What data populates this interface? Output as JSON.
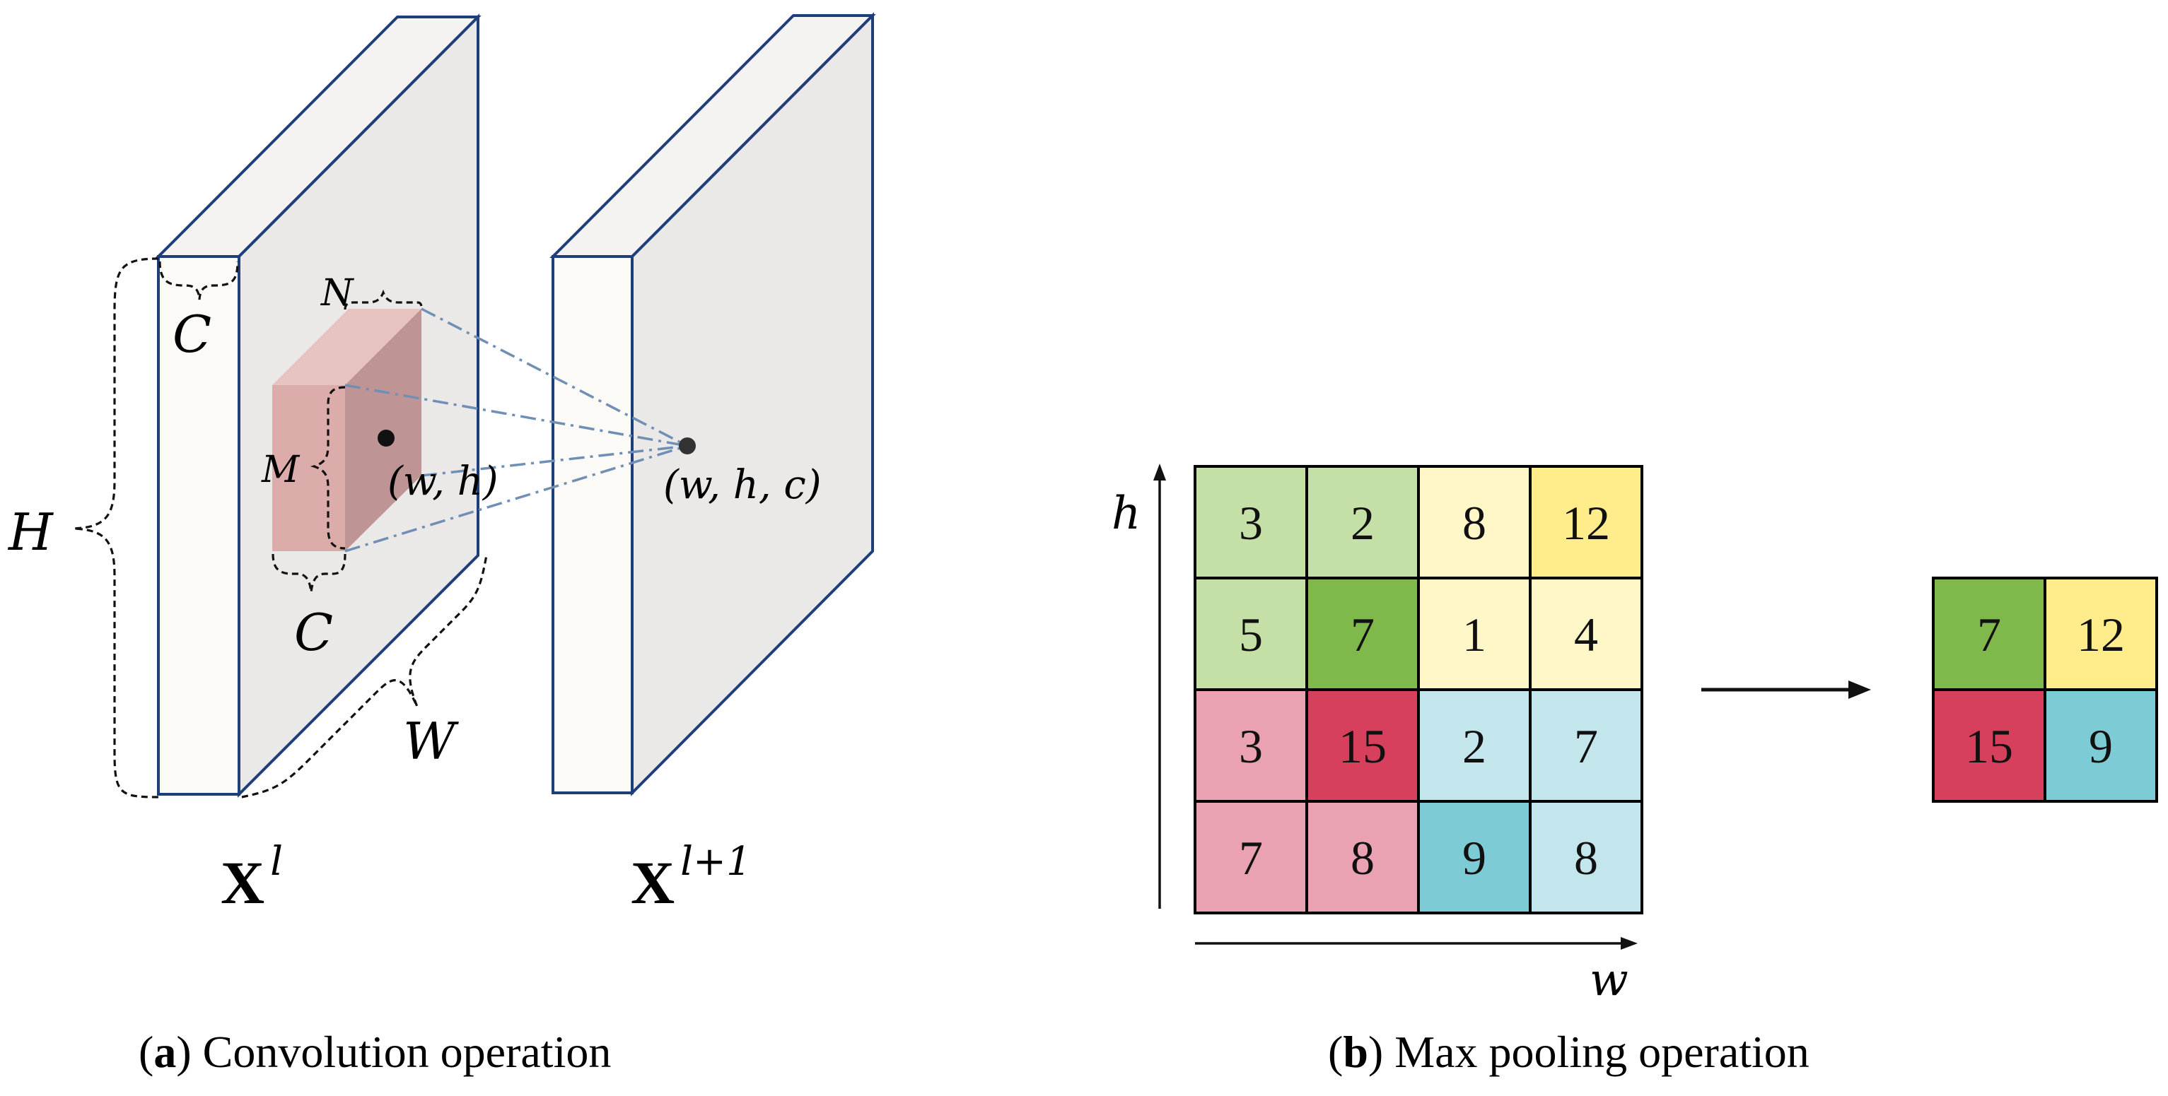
{
  "panel_a": {
    "caption_letter": "a",
    "caption_text": " Convolution operation",
    "label_H": "H",
    "label_W": "W",
    "label_C_top": "C",
    "label_C_bottom": "C",
    "label_N": "N",
    "label_M": "M",
    "point_in": "(w, h)",
    "point_out": "(w, h, c)",
    "layer_in_base": "X",
    "layer_in_sup": "l",
    "layer_out_base": "X",
    "layer_out_sup": "l+1"
  },
  "panel_b": {
    "caption_letter": "b",
    "caption_text": " Max pooling operation",
    "axis_h": "h",
    "axis_w": "w",
    "input_grid": [
      [
        "3",
        "2",
        "8",
        "12"
      ],
      [
        "5",
        "7",
        "1",
        "4"
      ],
      [
        "3",
        "15",
        "2",
        "7"
      ],
      [
        "7",
        "8",
        "9",
        "8"
      ]
    ],
    "output_grid": [
      [
        "7",
        "12"
      ],
      [
        "15",
        "9"
      ]
    ]
  },
  "colors": {
    "slab_front": "#fbfaf7",
    "slab_side": "#ebe9e7",
    "slab_stroke": "#1f3f7a",
    "kernel_front": "#d9a5a2",
    "kernel_top": "#e5bfbd",
    "kernel_side": "#b98c8b",
    "green_light": "#c5e0a7",
    "green_dark": "#7fb84b",
    "yellow_light": "#fff7c7",
    "yellow_strong": "#ffec8a",
    "pink_light": "#eaa1b1",
    "red_strong": "#d6405c",
    "cyan_light": "#c2e6ec",
    "cyan_strong": "#7dccd5"
  }
}
